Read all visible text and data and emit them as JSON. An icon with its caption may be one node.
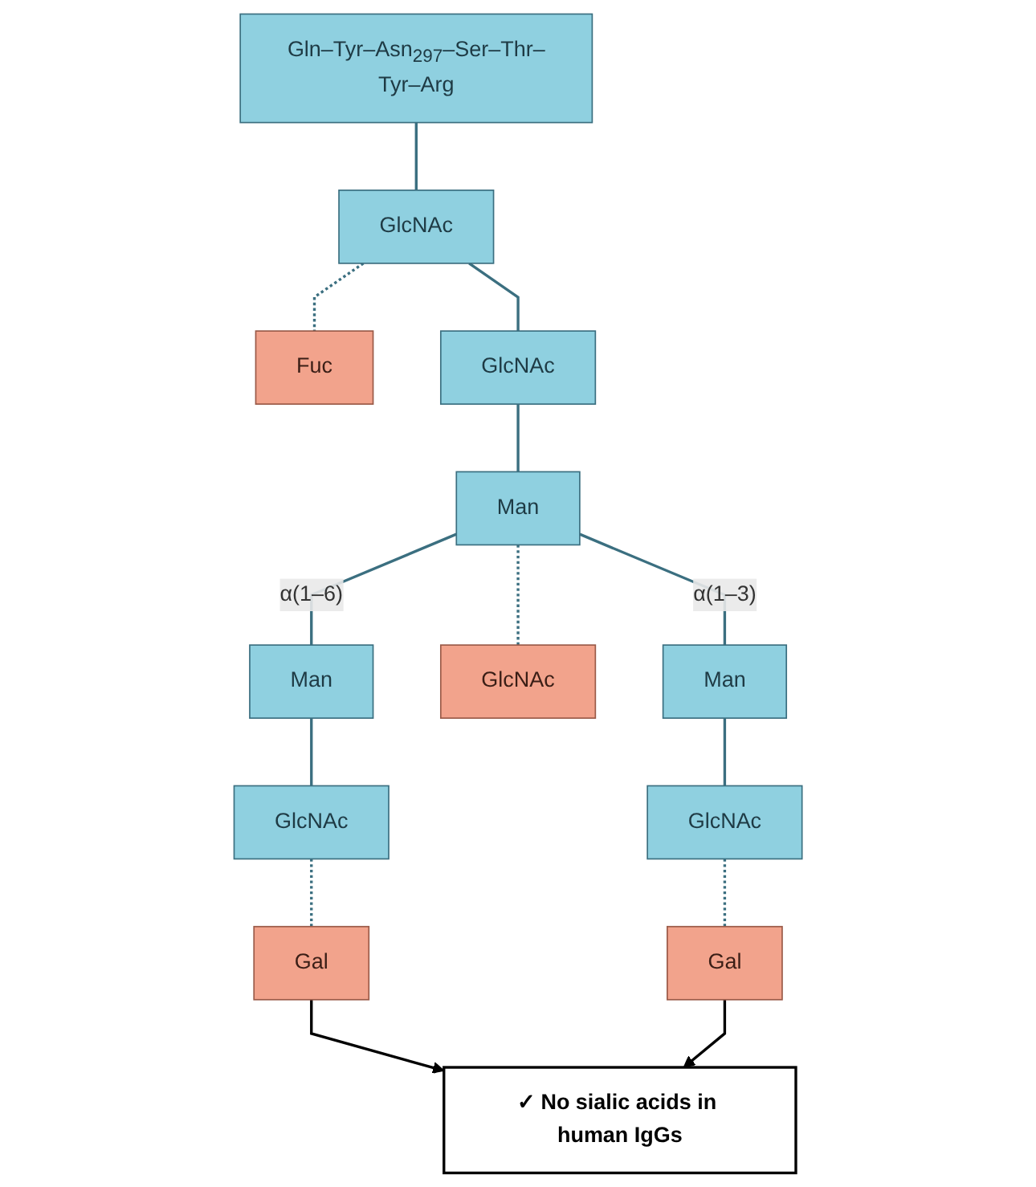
{
  "diagram": {
    "nodes": [
      {
        "text": [
          "Gln–Tyr–Asn$_{297}$–Ser–Thr–Tyr–Arg"
        ]
      },
      {
        "text": [
          "GlcNAc"
        ]
      },
      {
        "text": [
          "Fuc"
        ]
      },
      {
        "text": [
          "GlcNAc"
        ]
      },
      {
        "text": [
          "Man"
        ]
      },
      {
        "text": [
          "Man"
        ]
      },
      {
        "text": [
          "GlcNAc"
        ]
      },
      {
        "text": [
          "Man"
        ]
      },
      {
        "text": [
          "GlcNAc"
        ]
      },
      {
        "text": [
          "GlcNAc"
        ]
      },
      {
        "text": [
          "Gal"
        ]
      },
      {
        "text": [
          "Gal"
        ]
      },
      {
        "text": [
          "✓ No sialic acids in human IgGs"
        ]
      }
    ],
    "edges": [
      {
        "from": 0,
        "to": 1,
        "arrow": "none"
      },
      {
        "from": 1,
        "to": 2,
        "arrow": "none",
        "style": "dashed"
      },
      {
        "from": 1,
        "to": 3,
        "arrow": "none"
      },
      {
        "from": 3,
        "to": 4,
        "arrow": "none"
      },
      {
        "from": 4,
        "to": 5,
        "arrow": "none",
        "label": "α(1–6)"
      },
      {
        "from": 4,
        "to": 6,
        "arrow": "none",
        "style": "dashed"
      },
      {
        "from": 4,
        "to": 7,
        "arrow": "none",
        "label": "α(1–3)"
      },
      {
        "from": 5,
        "to": 8,
        "arrow": "none"
      },
      {
        "from": 7,
        "to": 9,
        "arrow": "none"
      },
      {
        "from": 8,
        "to": 10,
        "arrow": "none",
        "style": "dashed"
      },
      {
        "from": 9,
        "to": 11,
        "arrow": "none",
        "style": "dashed"
      },
      {
        "from": 10,
        "to": 12,
        "arrow": "to",
        "color": "#000000"
      },
      {
        "from": 11,
        "to": 12,
        "arrow": "to",
        "color": "#000000"
      }
    ]
  }
}
